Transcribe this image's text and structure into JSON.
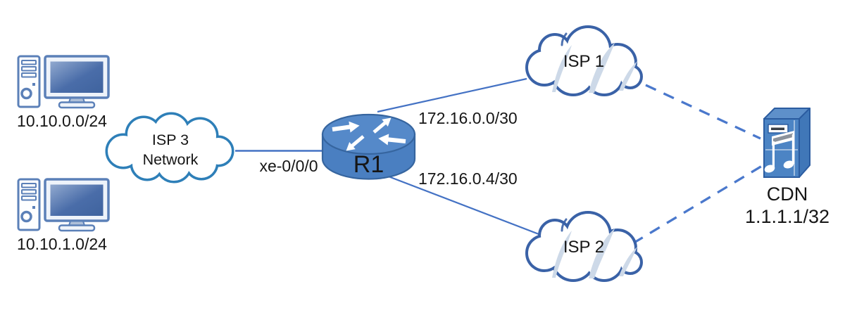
{
  "diagram": {
    "type": "network-topology",
    "nodes": {
      "lan_top": {
        "icon": "workstation-icon",
        "label": "10.10.0.0/24"
      },
      "lan_bottom": {
        "icon": "workstation-icon",
        "label": "10.10.1.0/24"
      },
      "isp3": {
        "icon": "cloud-icon",
        "label_line1": "ISP 3",
        "label_line2": "Network"
      },
      "r1": {
        "icon": "router-icon",
        "label": "R1"
      },
      "isp1": {
        "icon": "cloud-icon",
        "label": "ISP 1"
      },
      "isp2": {
        "icon": "cloud-icon",
        "label": "ISP 2"
      },
      "cdn": {
        "icon": "media-server-icon",
        "label": "CDN",
        "address": "1.1.1.1/32"
      }
    },
    "links": {
      "isp3_r1": {
        "from": "isp3",
        "to": "r1",
        "style": "solid",
        "label": "xe-0/0/0"
      },
      "r1_isp1": {
        "from": "r1",
        "to": "isp1",
        "style": "solid",
        "label": "172.16.0.0/30"
      },
      "r1_isp2": {
        "from": "r1",
        "to": "isp2",
        "style": "solid",
        "label": "172.16.0.4/30"
      },
      "isp1_cdn": {
        "from": "isp1",
        "to": "cdn",
        "style": "dashed"
      },
      "isp2_cdn": {
        "from": "isp2",
        "to": "cdn",
        "style": "dashed"
      }
    },
    "colors": {
      "solid_link": "#4472c4",
      "dashed_link": "#4a78cc",
      "cloud_outline_isp3": "#2e7fb8",
      "cloud_outline_isp": "#3a62a7",
      "cloud_swoosh": "#cdd9e8",
      "router_fill": "#4a7fc1",
      "workstation_outline": "#5b80b8",
      "server_fill": "#4c84c4",
      "text": "#161616",
      "background": "#ffffff"
    }
  }
}
